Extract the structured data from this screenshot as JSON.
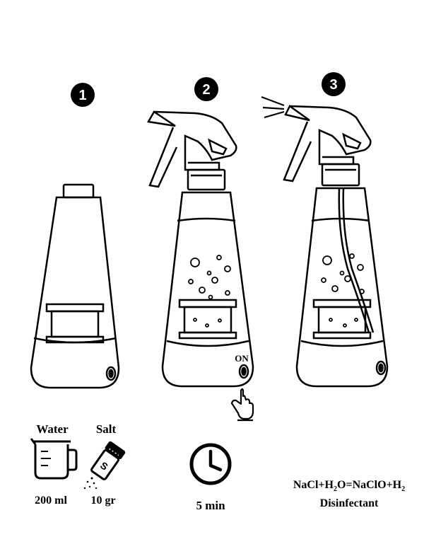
{
  "steps": [
    "1",
    "2",
    "3"
  ],
  "on_label": "ON",
  "water": {
    "title": "Water",
    "amount": "200 ml",
    "icon": "measuring-cup-icon"
  },
  "salt": {
    "title": "Salt",
    "amount": "10 gr",
    "icon": "salt-shaker-icon",
    "shaker_letter": "S"
  },
  "time": {
    "amount": "5 min",
    "icon": "clock-icon"
  },
  "formula": {
    "parts": [
      "NaCl+H",
      "2",
      "O=NaClO+H",
      "2"
    ],
    "caption": "Disinfectant"
  }
}
